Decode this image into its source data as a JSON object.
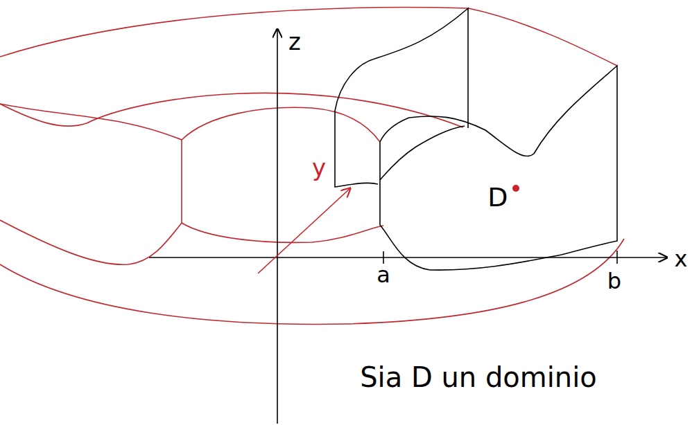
{
  "diagram": {
    "nodes": [
      {
        "text": [
          "D"
        ]
      }
    ],
    "labels": [
      "z",
      "y",
      "a",
      "b",
      "x",
      "Sia D un dominio"
    ]
  }
}
